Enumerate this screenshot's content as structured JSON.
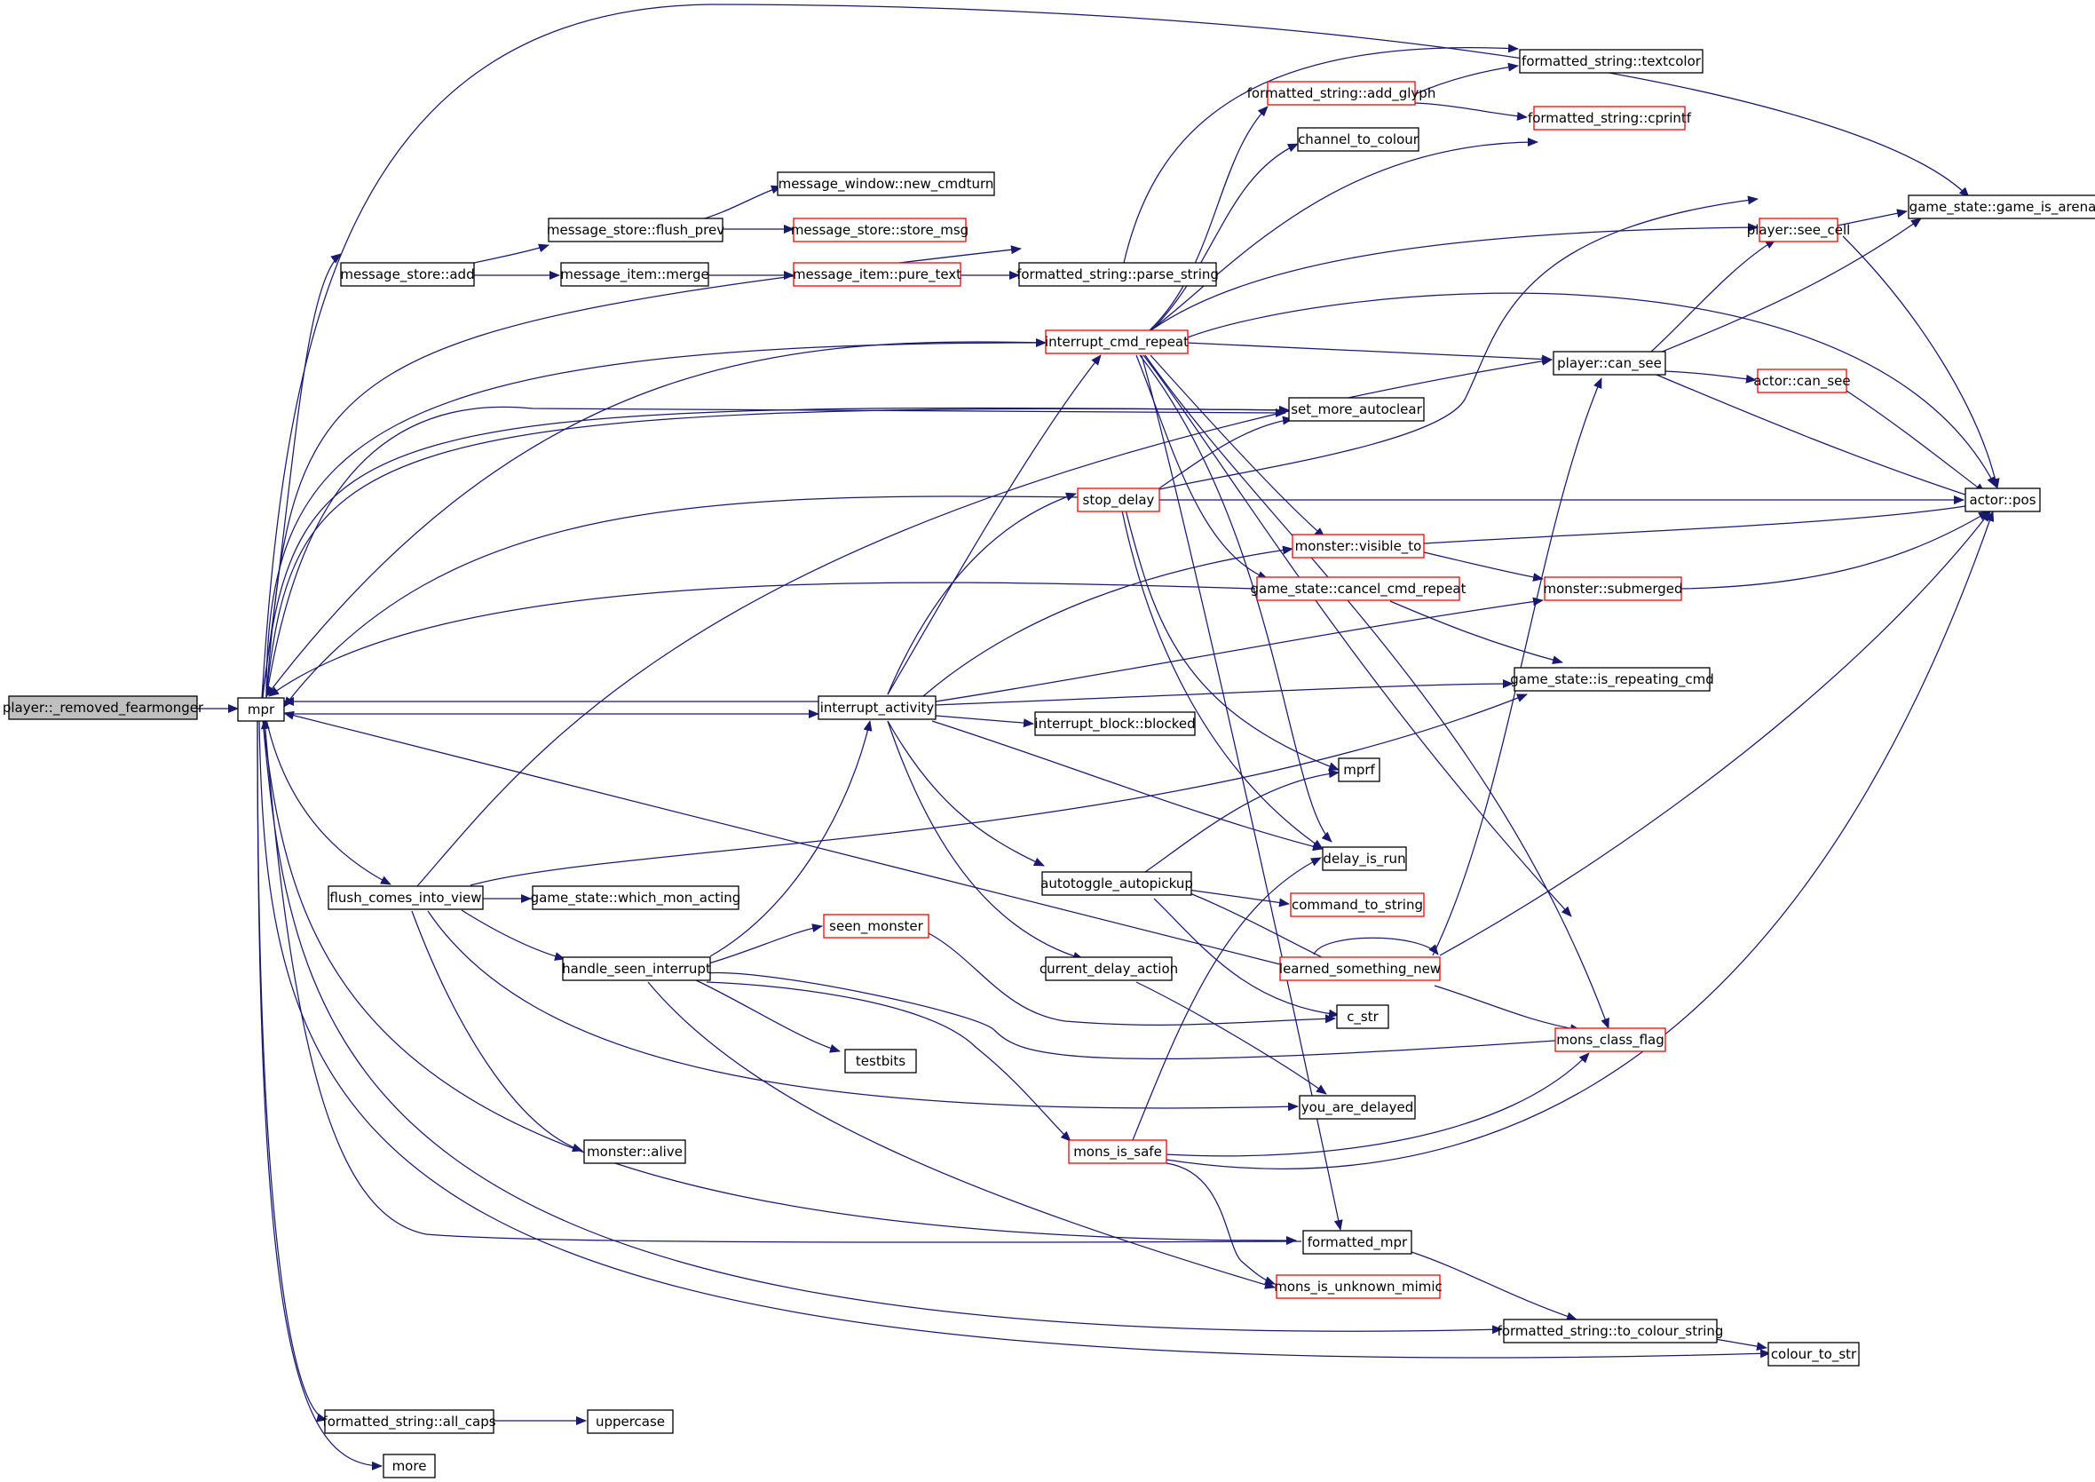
{
  "graph": {
    "node_colors": {
      "normal_border": "#000000",
      "truncated_border": "#ff0000",
      "focus_fill": "#bfbfbf",
      "edge": "#191970"
    },
    "nodes": {
      "root": "player::_removed_fearmonger",
      "mpr": "mpr",
      "message_store_add": "message_store::add",
      "message_store_flush_prev": "message_store::flush_prev",
      "message_window_new_cmdturn": "message_window::new_cmdturn",
      "message_store_store_msg": "message_store::store_msg",
      "message_item_merge": "message_item::merge",
      "message_item_pure_text": "message_item::pure_text",
      "formatted_string_parse_string": "formatted_string::parse_string",
      "formatted_string_textcolor": "formatted_string::textcolor",
      "formatted_string_add_glyph": "formatted_string::add_glyph",
      "formatted_string_cprintf": "formatted_string::cprintf",
      "channel_to_colour": "channel_to_colour",
      "game_state_game_is_arena": "game_state::game_is_arena",
      "player_see_cell": "player::see_cell",
      "interrupt_cmd_repeat": "interrupt_cmd_repeat",
      "player_can_see": "player::can_see",
      "actor_can_see": "actor::can_see",
      "set_more_autoclear": "set_more_autoclear",
      "stop_delay": "stop_delay",
      "actor_pos": "actor::pos",
      "monster_visible_to": "monster::visible_to",
      "game_state_cancel_cmd_repeat": "game_state::cancel_cmd_repeat",
      "monster_submerged": "monster::submerged",
      "game_state_is_repeating_cmd": "game_state::is_repeating_cmd",
      "interrupt_activity": "interrupt_activity",
      "interrupt_block_blocked": "interrupt_block::blocked",
      "mprf": "mprf",
      "delay_is_run": "delay_is_run",
      "autotoggle_autopickup": "autotoggle_autopickup",
      "command_to_string": "command_to_string",
      "flush_comes_into_view": "flush_comes_into_view",
      "game_state_which_mon_acting": "game_state::which_mon_acting",
      "seen_monster": "seen_monster",
      "learned_something_new": "learned_something_new",
      "handle_seen_interrupt": "handle_seen_interrupt",
      "current_delay_action": "current_delay_action",
      "c_str": "c_str",
      "mons_class_flag": "mons_class_flag",
      "testbits": "testbits",
      "you_are_delayed": "you_are_delayed",
      "monster_alive": "monster::alive",
      "mons_is_safe": "mons_is_safe",
      "formatted_mpr": "formatted_mpr",
      "mons_is_unknown_mimic": "mons_is_unknown_mimic",
      "formatted_string_to_colour_string": "formatted_string::to_colour_string",
      "colour_to_str": "colour_to_str",
      "formatted_string_all_caps": "formatted_string::all_caps",
      "uppercase": "uppercase",
      "more": "more"
    }
  }
}
